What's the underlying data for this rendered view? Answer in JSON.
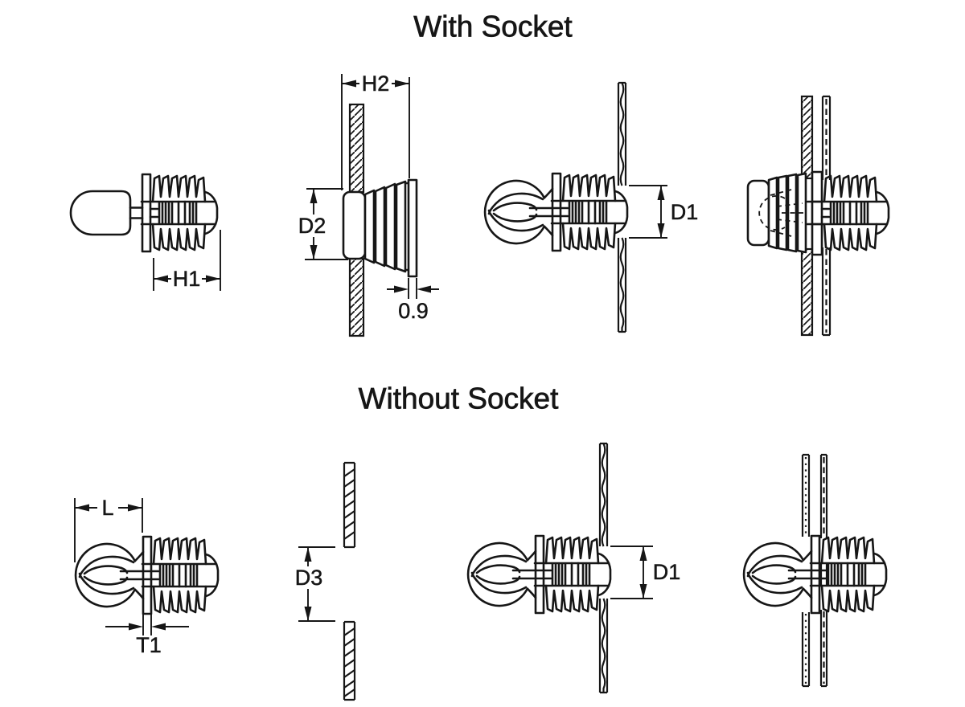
{
  "page": {
    "background": "#ffffff",
    "ink": "#161616"
  },
  "sections": {
    "with_socket": {
      "title": "With Socket"
    },
    "without_socket": {
      "title": "Without Socket"
    }
  },
  "dimensions": {
    "h1": "H1",
    "h2": "H2",
    "d2": "D2",
    "socket_flange_thickness": "0.9",
    "d1_with_socket": "D1",
    "l": "L",
    "t1": "T1",
    "d3": "D3",
    "d1_without_socket": "D1"
  }
}
